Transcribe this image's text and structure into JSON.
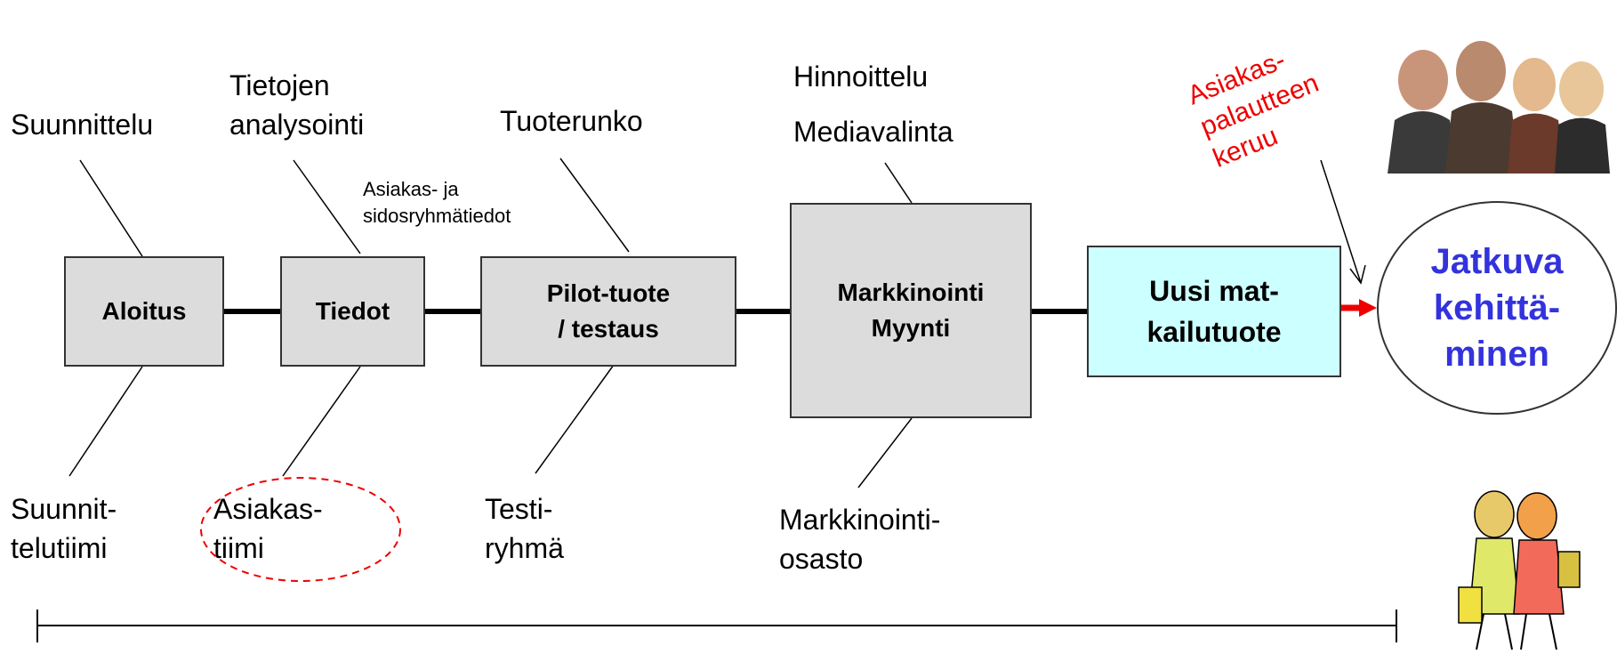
{
  "stages": {
    "aloitus": "Aloitus",
    "tiedot": "Tiedot",
    "pilot": "Pilot-tuote\n/ testaus",
    "markkinointi": "Markkinointi\nMyynti",
    "uusi": "Uusi mat-\nkailutuote",
    "jatkuva": "Jatkuva\nkehittä-\nminen"
  },
  "top_labels": {
    "suunnittelu": "Suunnittelu",
    "tietojen": "Tietojen\nanalysointi",
    "asiakas_ja": "Asiakas- ja\nsidosryhmätiedot",
    "tuoterunko": "Tuoterunko",
    "hinnoittelu": "Hinnoittelu",
    "mediavalinta": "Mediavalinta"
  },
  "bottom_labels": {
    "suunnittelutiimi": "Suunnit-\ntelutiimi",
    "asiakastiimi": "Asiakas-\ntiimi",
    "testiryhma": "Testi-\nryhmä",
    "markkinointiosasto": "Markkinointi-\nosasto"
  },
  "feedback": "Asiakas-\npalautteen\nkeruu",
  "colors": {
    "box_fill": "#dcdcdc",
    "highlight_box": "#ccffff",
    "accent_blue": "#3333dd",
    "accent_red": "#ee0000"
  }
}
